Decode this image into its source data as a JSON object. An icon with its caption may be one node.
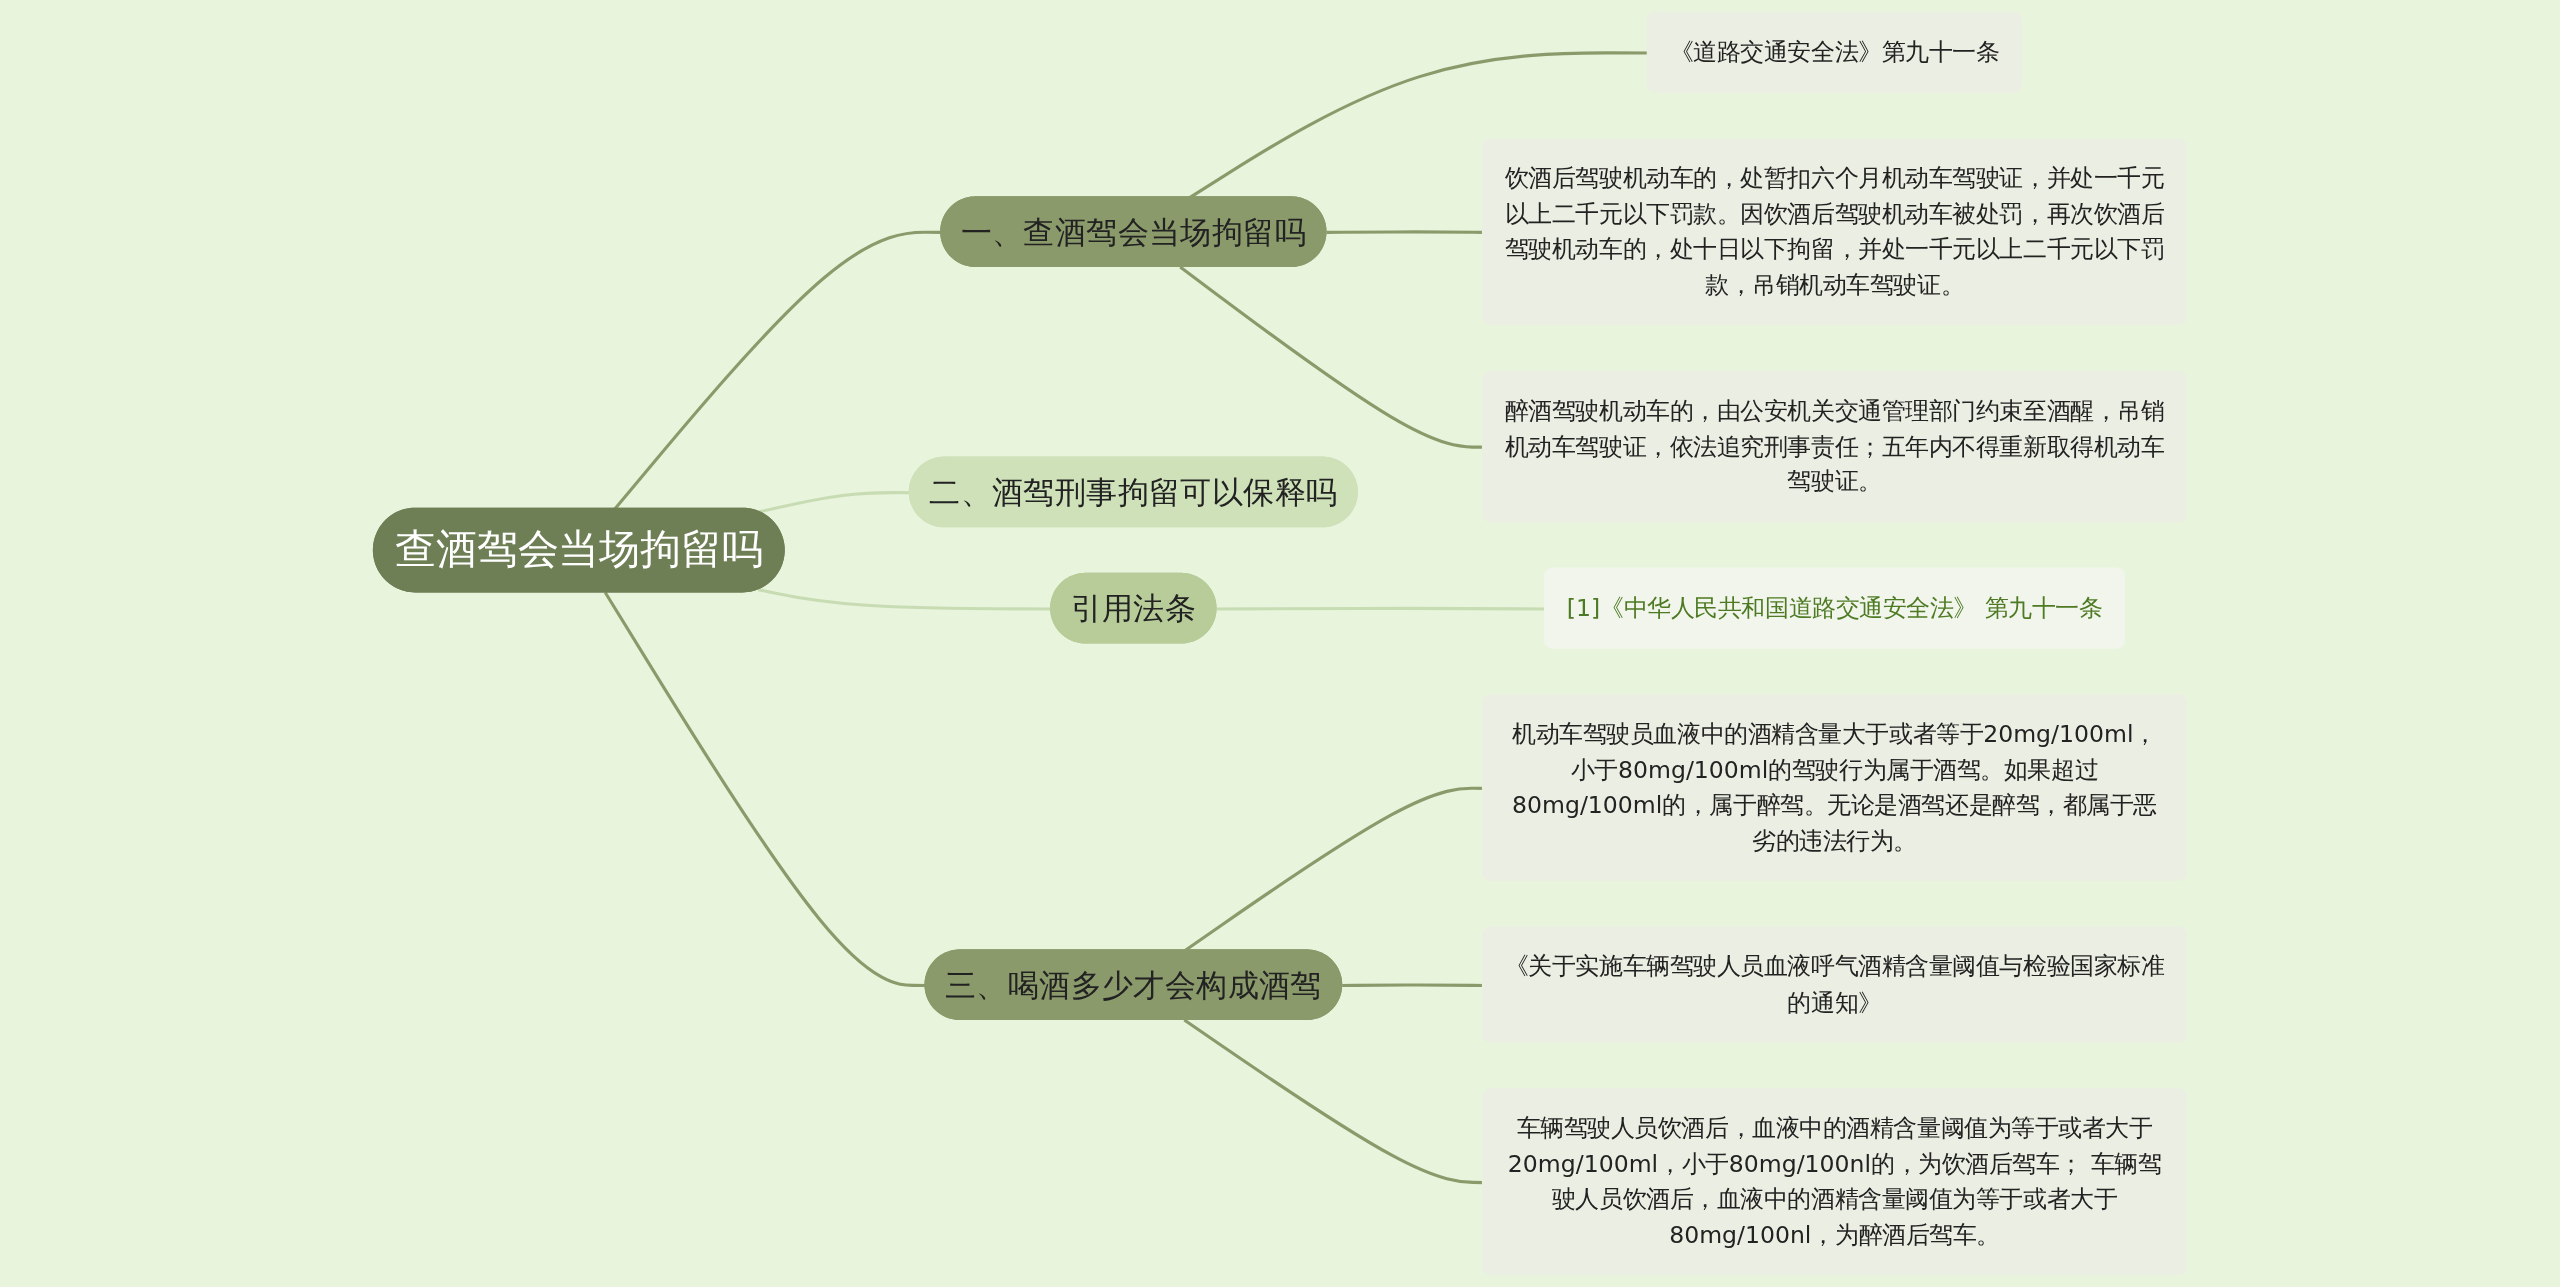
{
  "diagram": {
    "nodes": [
      {
        "text": [
          "查酒驾会当场拘留吗"
        ]
      },
      {
        "text": [
          "一、查酒驾会当场拘留吗"
        ]
      },
      {
        "text": [
          "《道路交通安全法》第九十一条"
        ]
      },
      {
        "text": [
          "饮酒后驾驶机动车的，处暂扣六个月机动车驾驶证，并处一千元以上二千元以下罚款。因饮酒后驾驶机动车被处罚，再次饮酒后驾驶机动车的，处十日以下拘留，并处一千元以上二千元以下罚款，吊销机动车驾驶证。"
        ]
      },
      {
        "text": [
          "醉酒驾驶机动车的，由公安机关交通管理部门约束至酒醒，吊销机动车驾驶证，依法追究刑事责任；五年内不得重新取得机动车驾驶证。"
        ]
      },
      {
        "text": [
          "二、酒驾刑事拘留可以保释吗"
        ]
      },
      {
        "text": [
          "引用法条"
        ]
      },
      {
        "text": [
          "[1]《中华人民共和国道路交通安全法》 第九十一条"
        ]
      },
      {
        "text": [
          "三、喝酒多少才会构成酒驾"
        ]
      },
      {
        "text": [
          "机动车驾驶员血液中的酒精含量大于或者等于20mg/100ml，小于80mg/100ml的驾驶行为属于酒驾。如果超过80mg/100ml的，属于醉驾。无论是酒驾还是醉驾，都属于恶劣的违法行为。"
        ]
      },
      {
        "text": [
          "《关于实施车辆驾驶人员血液呼气酒精含量阈值与检验国家标准的通知》"
        ]
      },
      {
        "text": [
          "车辆驾驶人员饮酒后，血液中的酒精含量阈值为等于或者大于20mg/100ml，小于80mg/100nl的，为饮酒后驾车； 车辆驾驶人员饮酒后，血液中的酒精含量阈值为等于或者大于80mg/100nl，为醉酒后驾车。"
        ]
      }
    ],
    "edges": [
      {
        "from": 0,
        "to": 1,
        "arrow": "none"
      },
      {
        "from": 1,
        "to": 2,
        "arrow": "none"
      },
      {
        "from": 1,
        "to": 3,
        "arrow": "none"
      },
      {
        "from": 1,
        "to": 4,
        "arrow": "none"
      },
      {
        "from": 0,
        "to": 5,
        "arrow": "none",
        "color": "#c8dcb4"
      },
      {
        "from": 0,
        "to": 6,
        "arrow": "none",
        "color": "#c8dcb4"
      },
      {
        "from": 6,
        "to": 7,
        "arrow": "none",
        "color": "#c8dcb4"
      },
      {
        "from": 0,
        "to": 8,
        "arrow": "none"
      },
      {
        "from": 8,
        "to": 9,
        "arrow": "none"
      },
      {
        "from": 8,
        "to": 10,
        "arrow": "none"
      },
      {
        "from": 8,
        "to": 11,
        "arrow": "none"
      }
    ]
  }
}
